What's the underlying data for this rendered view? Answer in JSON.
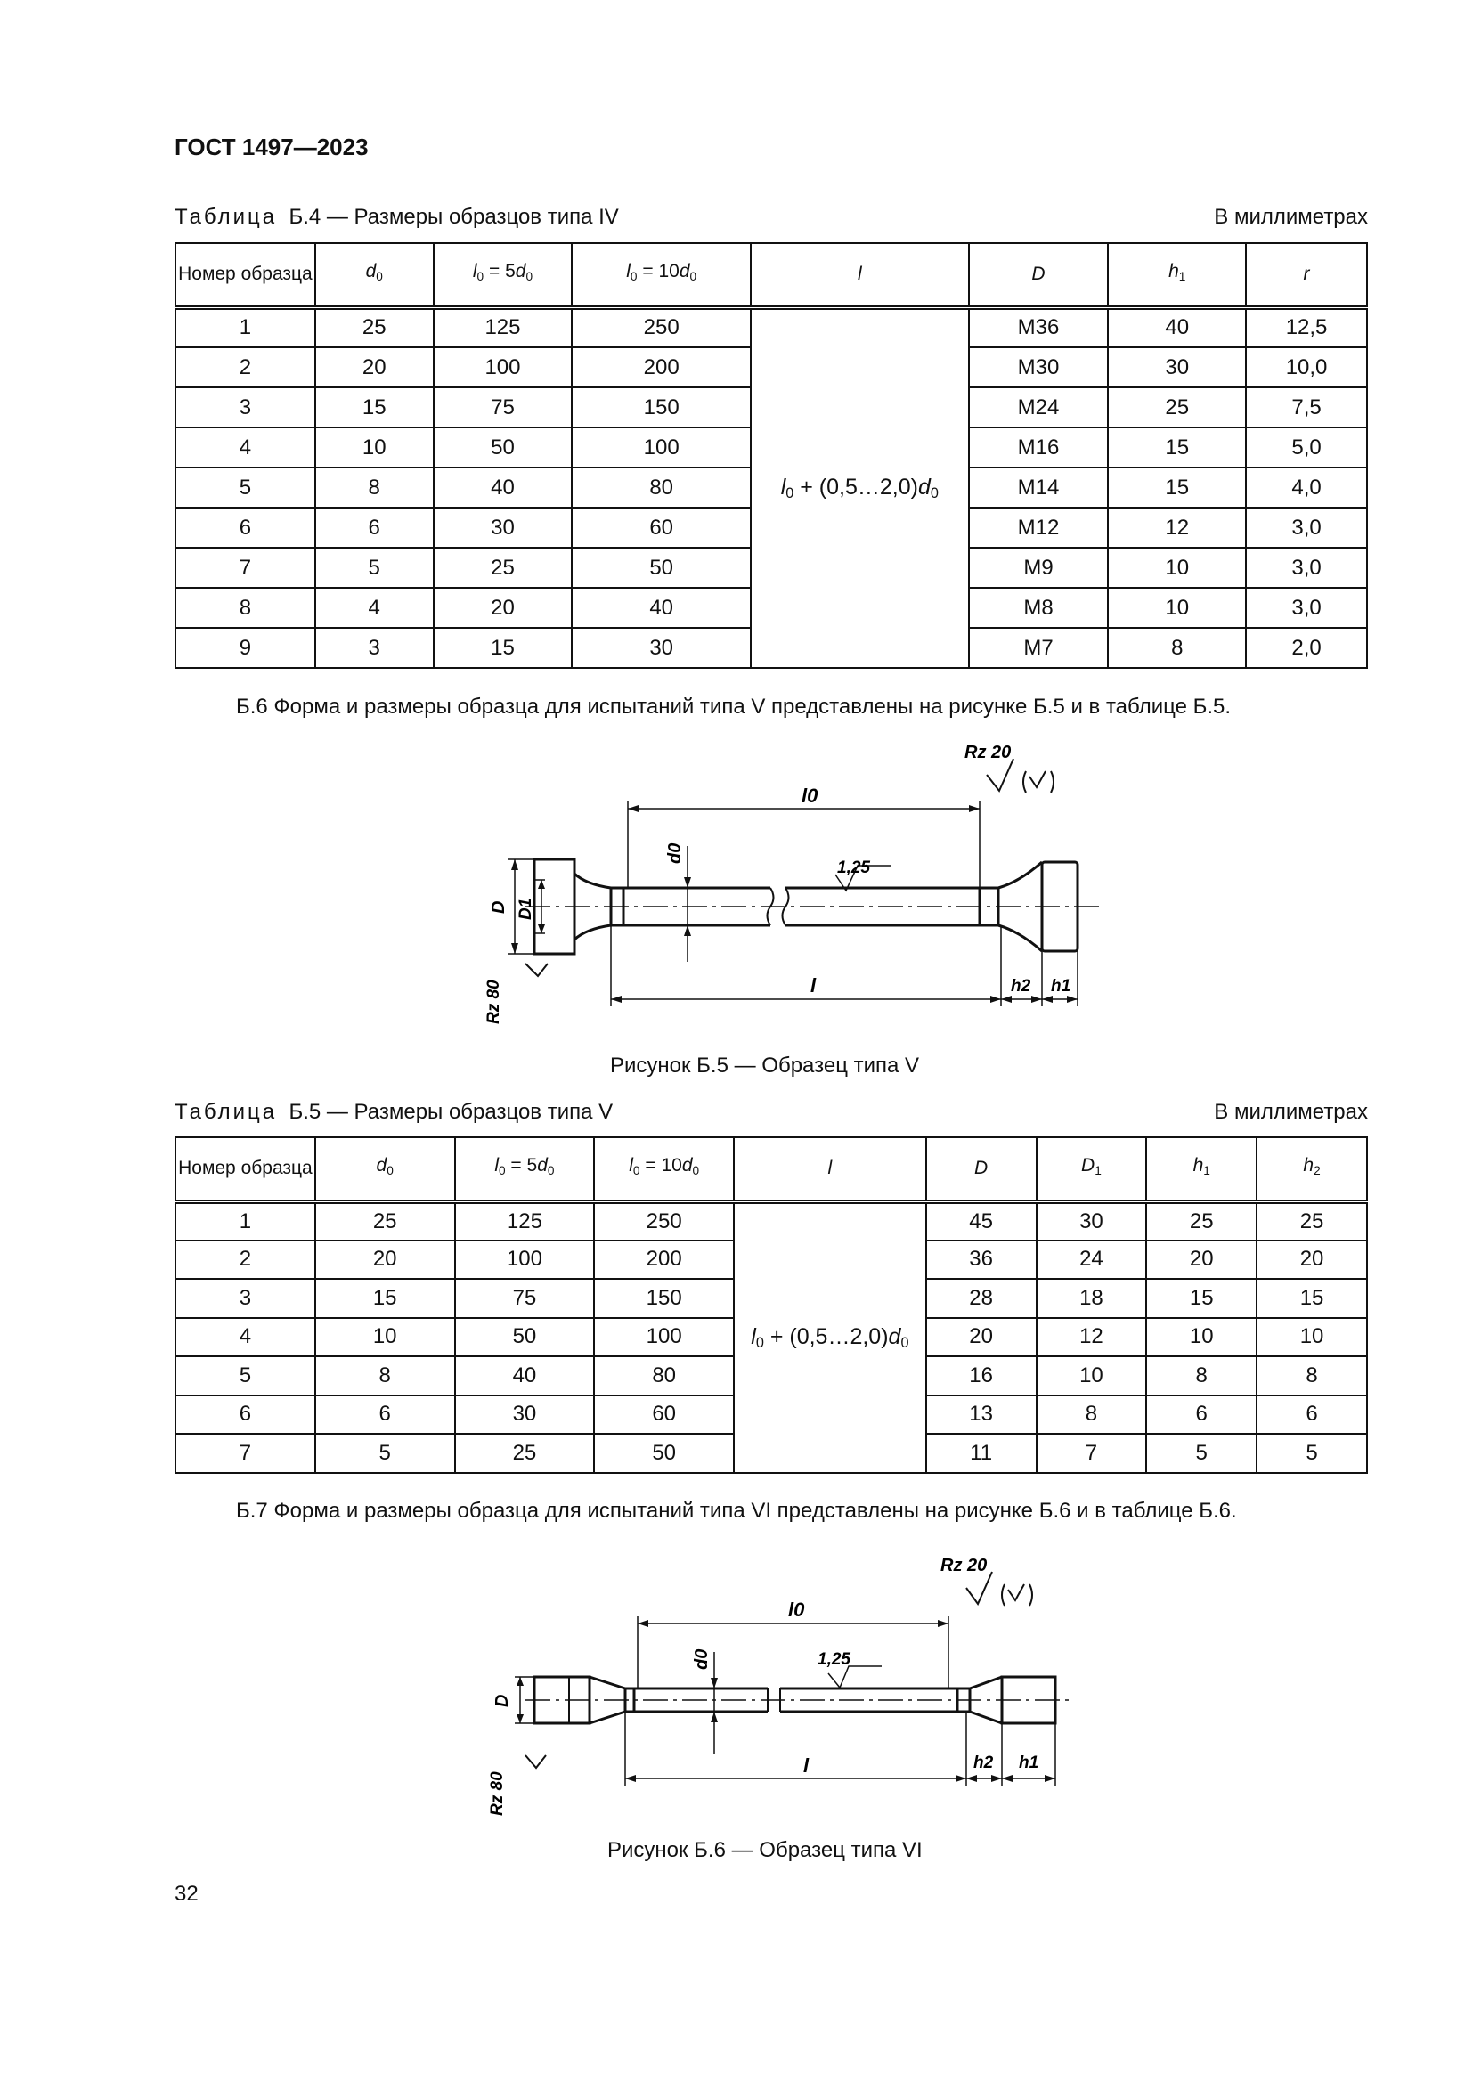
{
  "header": "ГОСТ 1497—2023",
  "table4": {
    "label_spaced": "Таблица",
    "label_rest": "Б.4 — Размеры образцов типа IV",
    "unit": "В миллиметрах",
    "headers": [
      "Номер образца",
      "d0",
      "l0 = 5d0",
      "l0 = 10d0",
      "l",
      "D",
      "h1",
      "r"
    ],
    "merged_l": "l0 + (0,5…2,0)d0",
    "rows": [
      [
        "1",
        "25",
        "125",
        "250",
        "М36",
        "40",
        "12,5"
      ],
      [
        "2",
        "20",
        "100",
        "200",
        "М30",
        "30",
        "10,0"
      ],
      [
        "3",
        "15",
        "75",
        "150",
        "М24",
        "25",
        "7,5"
      ],
      [
        "4",
        "10",
        "50",
        "100",
        "М16",
        "15",
        "5,0"
      ],
      [
        "5",
        "8",
        "40",
        "80",
        "М14",
        "15",
        "4,0"
      ],
      [
        "6",
        "6",
        "30",
        "60",
        "М12",
        "12",
        "3,0"
      ],
      [
        "7",
        "5",
        "25",
        "50",
        "М9",
        "10",
        "3,0"
      ],
      [
        "8",
        "4",
        "20",
        "40",
        "М8",
        "10",
        "3,0"
      ],
      [
        "9",
        "3",
        "15",
        "30",
        "М7",
        "8",
        "2,0"
      ]
    ]
  },
  "para_b6": "Б.6 Форма и размеры образца для испытаний типа V представлены на рисунке Б.5 и в таблице Б.5.",
  "fig5": {
    "caption": "Рисунок Б.5 — Образец типа V",
    "rz20": "Rz 20",
    "rz80": "Rz 80",
    "l0": "l0",
    "d0": "d0",
    "roughness": "1,25",
    "D": "D",
    "D1": "D1",
    "l": "l",
    "h2": "h2",
    "h1": "h1"
  },
  "table5": {
    "label_spaced": "Таблица",
    "label_rest": "Б.5 — Размеры образцов типа V",
    "unit": "В миллиметрах",
    "headers": [
      "Номер образца",
      "d0",
      "l0 = 5d0",
      "l0 = 10d0",
      "l",
      "D",
      "D1",
      "h1",
      "h2"
    ],
    "merged_l": "l0 + (0,5…2,0)d0",
    "rows": [
      [
        "1",
        "25",
        "125",
        "250",
        "45",
        "30",
        "25",
        "25"
      ],
      [
        "2",
        "20",
        "100",
        "200",
        "36",
        "24",
        "20",
        "20"
      ],
      [
        "3",
        "15",
        "75",
        "150",
        "28",
        "18",
        "15",
        "15"
      ],
      [
        "4",
        "10",
        "50",
        "100",
        "20",
        "12",
        "10",
        "10"
      ],
      [
        "5",
        "8",
        "40",
        "80",
        "16",
        "10",
        "8",
        "8"
      ],
      [
        "6",
        "6",
        "30",
        "60",
        "13",
        "8",
        "6",
        "6"
      ],
      [
        "7",
        "5",
        "25",
        "50",
        "11",
        "7",
        "5",
        "5"
      ]
    ]
  },
  "para_b7": "Б.7 Форма и размеры образца для испытаний типа VI представлены на рисунке Б.6 и в таблице Б.6.",
  "fig6": {
    "caption": "Рисунок Б.6 — Образец типа VI",
    "rz20": "Rz 20",
    "rz80": "Rz 80",
    "l0": "l0",
    "d0": "d0",
    "roughness": "1,25",
    "D": "D",
    "l": "l",
    "h2": "h2",
    "h1": "h1"
  },
  "page_number": "32"
}
